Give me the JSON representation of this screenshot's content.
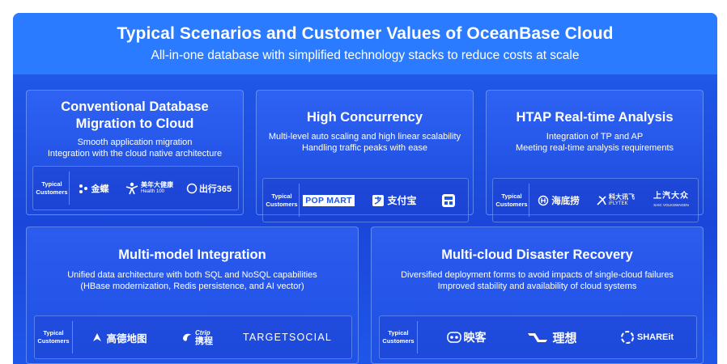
{
  "header": {
    "title": "Typical Scenarios and Customer Values of OceanBase Cloud",
    "subtitle": "All-in-one database with simplified technology stacks to reduce costs at scale"
  },
  "customers_label": "Typical Customers",
  "cards": [
    {
      "title_line1": "Conventional Database",
      "title_line2": "Migration to Cloud",
      "desc_line1": "Smooth application migration",
      "desc_line2": "Integration with the cloud native architecture",
      "logos": [
        "金蝶",
        "美年大健康",
        "Health 100",
        "出行365"
      ]
    },
    {
      "title_line1": "High Concurrency",
      "desc_line1": "Multi-level auto scaling and high linear scalability",
      "desc_line2": "Handling traffic peaks with ease",
      "logos": [
        "POP MART",
        "支付宝"
      ]
    },
    {
      "title_line1": "HTAP Real-time Analysis",
      "desc_line1": "Integration of TP and AP",
      "desc_line2": "Meeting real-time analysis requirements",
      "logos": [
        "海底捞",
        "科大讯飞",
        "iFLYTEK",
        "上汽大众",
        "SAIC VOLKSWAGEN"
      ]
    },
    {
      "title_line1": "Multi-model Integration",
      "desc_line1": "Unified data architecture with both SQL and NoSQL capabilities",
      "desc_line2": "(HBase modernization, Redis persistence, and AI vector)",
      "logos": [
        "高德地图",
        "Ctrip",
        "携程",
        "TARGETSOCIAL"
      ]
    },
    {
      "title_line1": "Multi-cloud Disaster Recovery",
      "desc_line1": "Diversified deployment forms to avoid impacts of single-cloud failures",
      "desc_line2": "Improved stability and availability of cloud systems",
      "logos": [
        "映客",
        "理想",
        "SHAREit"
      ]
    }
  ],
  "colors": {
    "background": "#1f56e6",
    "header": "#2a7bff",
    "card_border": "#8cb4ff",
    "text": "#ffffff"
  }
}
